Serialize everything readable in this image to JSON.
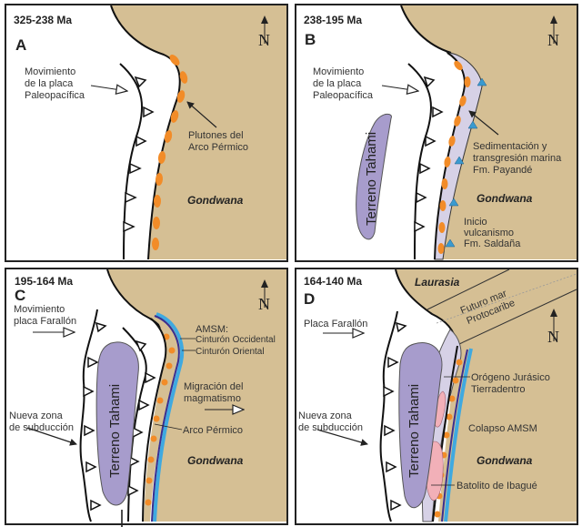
{
  "colors": {
    "land": "#d5bf94",
    "ocean": "#ffffff",
    "terrane": "#a79ccc",
    "sediment": "#d6d1e6",
    "pluton": "#f28c28",
    "belt_west": "#3a2f8f",
    "belt_east": "#3fa9e0",
    "batholith": "#f2b0b8",
    "triangle_blue": "#3a9ad0"
  },
  "panels": [
    {
      "id": "A",
      "age": "325-238 Ma",
      "letter": "A",
      "north": "N",
      "labels": {
        "plate_motion": [
          "Movimiento",
          "de la placa",
          "Paleopacífica"
        ],
        "plutons": [
          "Plutones del",
          "Arco Pérmico"
        ],
        "continent": "Gondwana"
      }
    },
    {
      "id": "B",
      "age": "238-195 Ma",
      "letter": "B",
      "north": "N",
      "labels": {
        "plate_motion": [
          "Movimiento",
          "de la placa",
          "Paleopacífica"
        ],
        "terrane": "Terreno Tahami",
        "sedimentation": [
          "Sedimentación y",
          "transgresión marina",
          "Fm. Payandé"
        ],
        "continent": "Gondwana",
        "volcanism": [
          "Inicio",
          "vulcanismo",
          "Fm. Saldaña"
        ]
      }
    },
    {
      "id": "C",
      "age": "195-164 Ma",
      "letter": "C",
      "north": "N",
      "labels": {
        "plate_motion": [
          "Movimiento",
          "placa Farallón"
        ],
        "amsm": "AMSM:",
        "belt_west": "Cinturón Occidental",
        "belt_east": "Cinturón Oriental",
        "migration": [
          "Migración del",
          "magmatismo"
        ],
        "new_subduction": [
          "Nueva zona",
          "de subducción"
        ],
        "terrane": "Terreno Tahami",
        "arc": "Arco Pérmico",
        "continent": "Gondwana"
      }
    },
    {
      "id": "D",
      "age": "164-140 Ma",
      "letter": "D",
      "north": "N",
      "labels": {
        "laurasia": "Laurasia",
        "sea": [
          "Futuro mar",
          "Protocaribe"
        ],
        "plate_motion": [
          "Placa Farallón"
        ],
        "orogen": [
          "Orógeno Jurásico",
          "Tierradentro"
        ],
        "collapse": "Colapso AMSM",
        "new_subduction": [
          "Nueva zona",
          "de subducción"
        ],
        "terrane": "Terreno Tahami",
        "continent": "Gondwana",
        "batholith": "Batolito de Ibagué"
      }
    }
  ]
}
